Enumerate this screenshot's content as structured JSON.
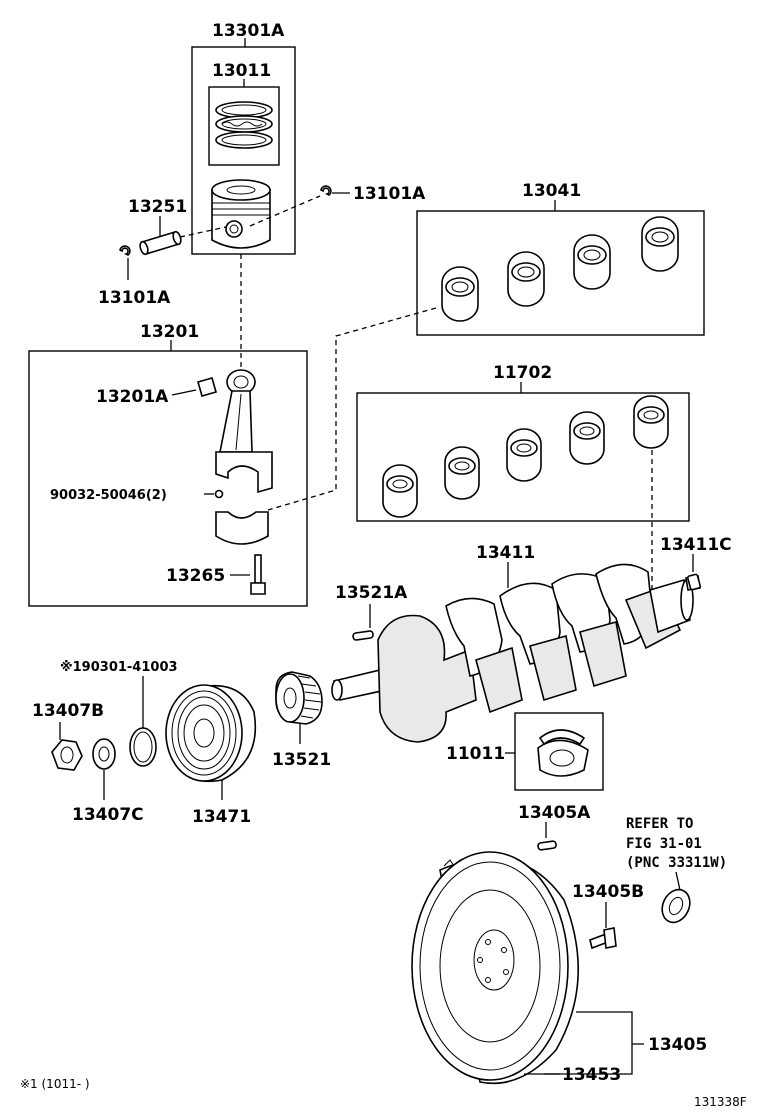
{
  "labels": {
    "piston_set": "13301A",
    "ring_set": "13011",
    "piston_pin": "13251",
    "snap_ring_right": "13101A",
    "snap_ring_left": "13101A",
    "rod_bearing_set": "13041",
    "connecting_rod": "13201",
    "rod_bushing": "13201A",
    "rod_nut": "90032-50046(2)",
    "rod_bolt": "13265",
    "main_bearing_set": "11702",
    "crankshaft": "13411",
    "pilot_bearing": "13411C",
    "crank_key": "13521A",
    "crank_timing_gear": "13521",
    "oil_seal": "※190301-41003",
    "pulley_nut": "13407B",
    "pulley_washer": "13407C",
    "crank_pulley": "13471",
    "thrust_washer_set": "11011",
    "flywheel_pin": "13405A",
    "flywheel_bolt": "13405B",
    "flywheel": "13405",
    "ring_gear": "13453"
  },
  "reference": {
    "line1": "REFER TO",
    "line2": "FIG 31-01",
    "line3": "(PNC 33311W)"
  },
  "footnote": "※1 (1011-       )",
  "figure_id": "131338F"
}
